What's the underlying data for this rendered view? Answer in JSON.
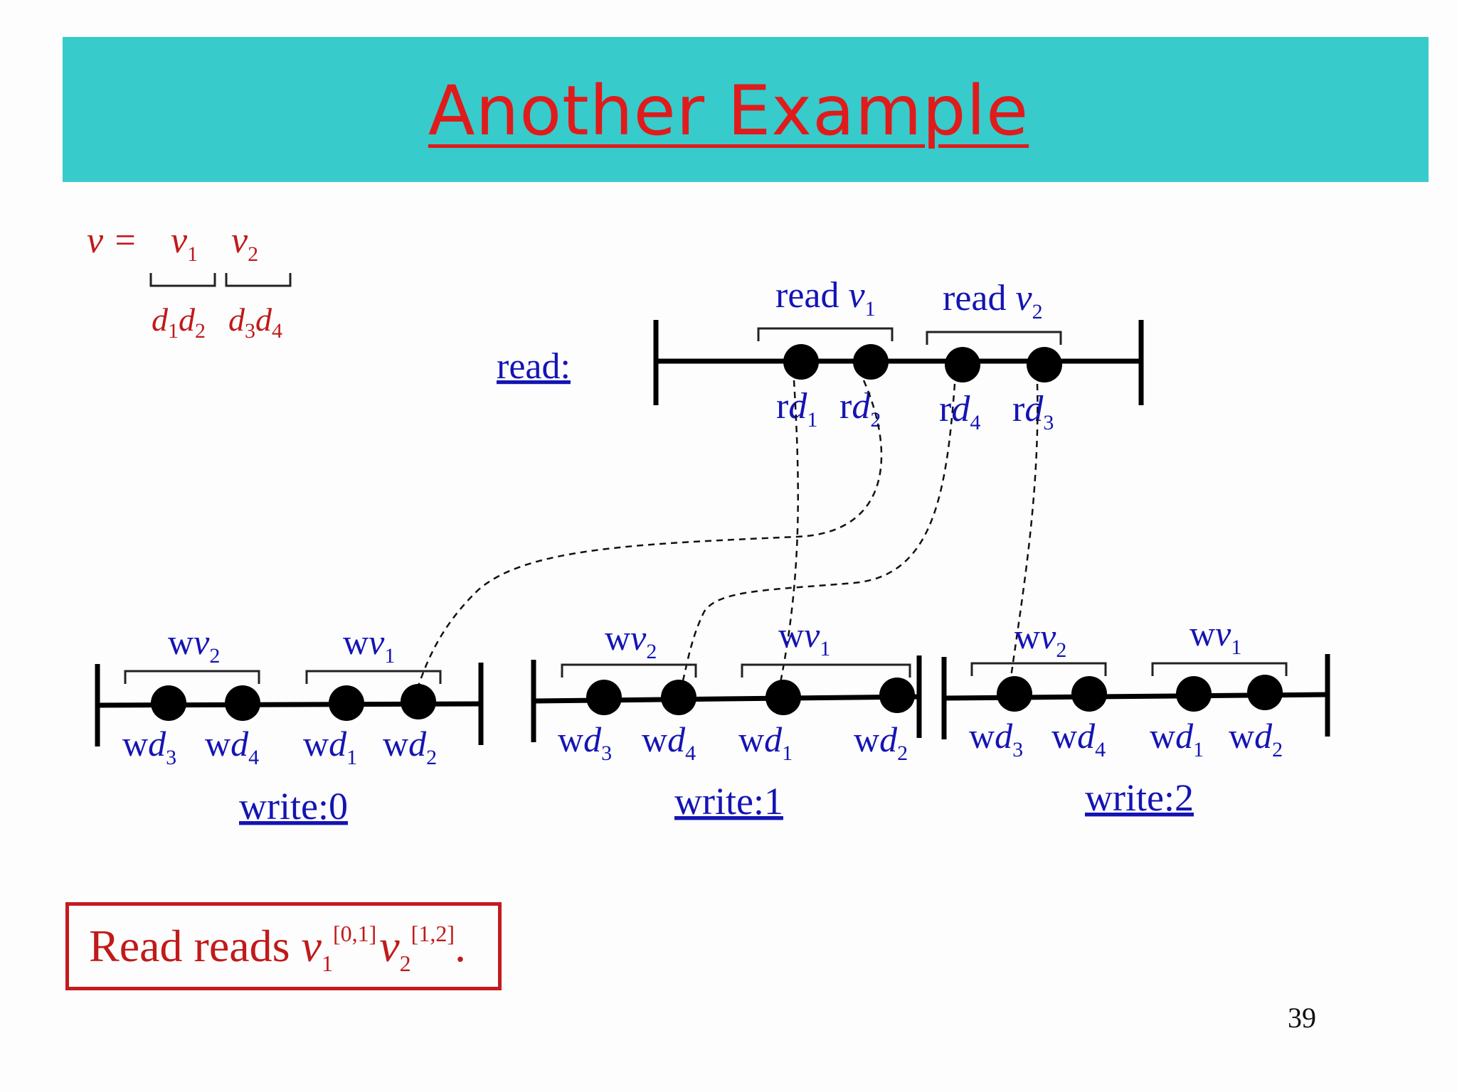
{
  "title": "Another Example",
  "page_number": "39",
  "definition": {
    "lhs": "v =",
    "parts": [
      {
        "var": "v",
        "sub": "1",
        "digits": [
          {
            "d": "d",
            "sub": "1"
          },
          {
            "d": "d",
            "sub": "2"
          }
        ]
      },
      {
        "var": "v",
        "sub": "2",
        "digits": [
          {
            "d": "d",
            "sub": "3"
          },
          {
            "d": "d",
            "sub": "4"
          }
        ]
      }
    ]
  },
  "read": {
    "label": "read:",
    "groups": [
      {
        "prefix": "read ",
        "var": "v",
        "sub": "1"
      },
      {
        "prefix": "read ",
        "var": "v",
        "sub": "2"
      }
    ],
    "points": [
      {
        "prefix": "r",
        "var": "d",
        "sub": "1"
      },
      {
        "prefix": "r",
        "var": "d",
        "sub": "2"
      },
      {
        "prefix": "r",
        "var": "d",
        "sub": "4"
      },
      {
        "prefix": "r",
        "var": "d",
        "sub": "3"
      }
    ]
  },
  "writes": [
    {
      "label": "write:0",
      "groups": [
        {
          "prefix": "w",
          "var": "v",
          "sub": "2"
        },
        {
          "prefix": "w",
          "var": "v",
          "sub": "1"
        }
      ],
      "points": [
        {
          "prefix": "w",
          "var": "d",
          "sub": "3"
        },
        {
          "prefix": "w",
          "var": "d",
          "sub": "4"
        },
        {
          "prefix": "w",
          "var": "d",
          "sub": "1"
        },
        {
          "prefix": "w",
          "var": "d",
          "sub": "2"
        }
      ]
    },
    {
      "label": "write:1",
      "groups": [
        {
          "prefix": "w",
          "var": "v",
          "sub": "2"
        },
        {
          "prefix": "w",
          "var": "v",
          "sub": "1"
        }
      ],
      "points": [
        {
          "prefix": "w",
          "var": "d",
          "sub": "3"
        },
        {
          "prefix": "w",
          "var": "d",
          "sub": "4"
        },
        {
          "prefix": "w",
          "var": "d",
          "sub": "1"
        },
        {
          "prefix": "w",
          "var": "d",
          "sub": "2"
        }
      ]
    },
    {
      "label": "write:2",
      "groups": [
        {
          "prefix": "w",
          "var": "v",
          "sub": "2"
        },
        {
          "prefix": "w",
          "var": "v",
          "sub": "1"
        }
      ],
      "points": [
        {
          "prefix": "w",
          "var": "d",
          "sub": "3"
        },
        {
          "prefix": "w",
          "var": "d",
          "sub": "4"
        },
        {
          "prefix": "w",
          "var": "d",
          "sub": "1"
        },
        {
          "prefix": "w",
          "var": "d",
          "sub": "2"
        }
      ]
    }
  ],
  "result": {
    "prefix": "Read reads ",
    "terms": [
      {
        "var": "v",
        "sub": "1",
        "sup": "[0,1]"
      },
      {
        "var": "v",
        "sub": "2",
        "sup": "[1,2]"
      }
    ],
    "suffix": "."
  },
  "colors": {
    "title_bg": "#37cbcc",
    "title_text": "#e01b1b",
    "definition_text": "#c01a1a",
    "diagram_text": "#1414b4",
    "result_border": "#c41a20"
  }
}
